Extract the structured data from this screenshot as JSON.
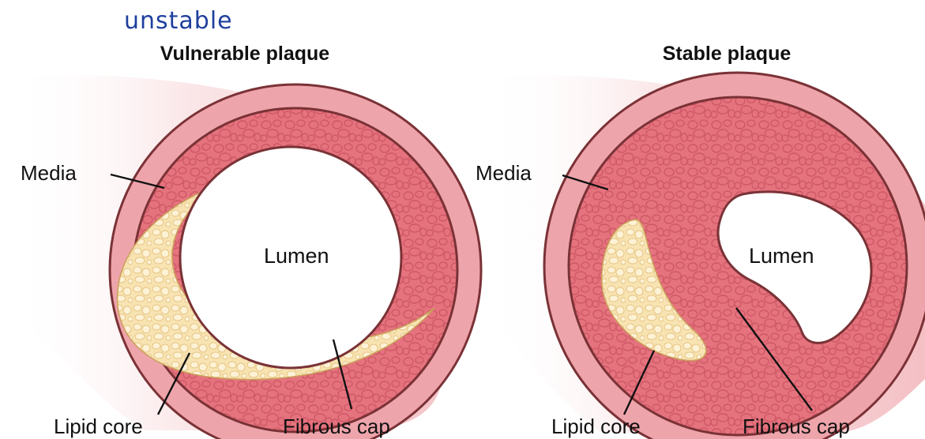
{
  "annotation": {
    "handwritten_note": "unstable"
  },
  "panels": [
    {
      "title": "Vulnerable plaque",
      "labels": {
        "media": "Media",
        "lumen": "Lumen",
        "lipid_core": "Lipid core",
        "fibrous_cap": "Fibrous cap"
      }
    },
    {
      "title": "Stable plaque",
      "labels": {
        "media": "Media",
        "lumen": "Lumen",
        "lipid_core": "Lipid core",
        "fibrous_cap": "Fibrous cap"
      }
    }
  ],
  "colors": {
    "adventitia_fade": "#f3bcc1",
    "media": "#eea4ab",
    "intima_plaque": "#e5737e",
    "outline": "#7a3236",
    "lipid": "#f8e3b2",
    "lumen": "#ffffff"
  }
}
